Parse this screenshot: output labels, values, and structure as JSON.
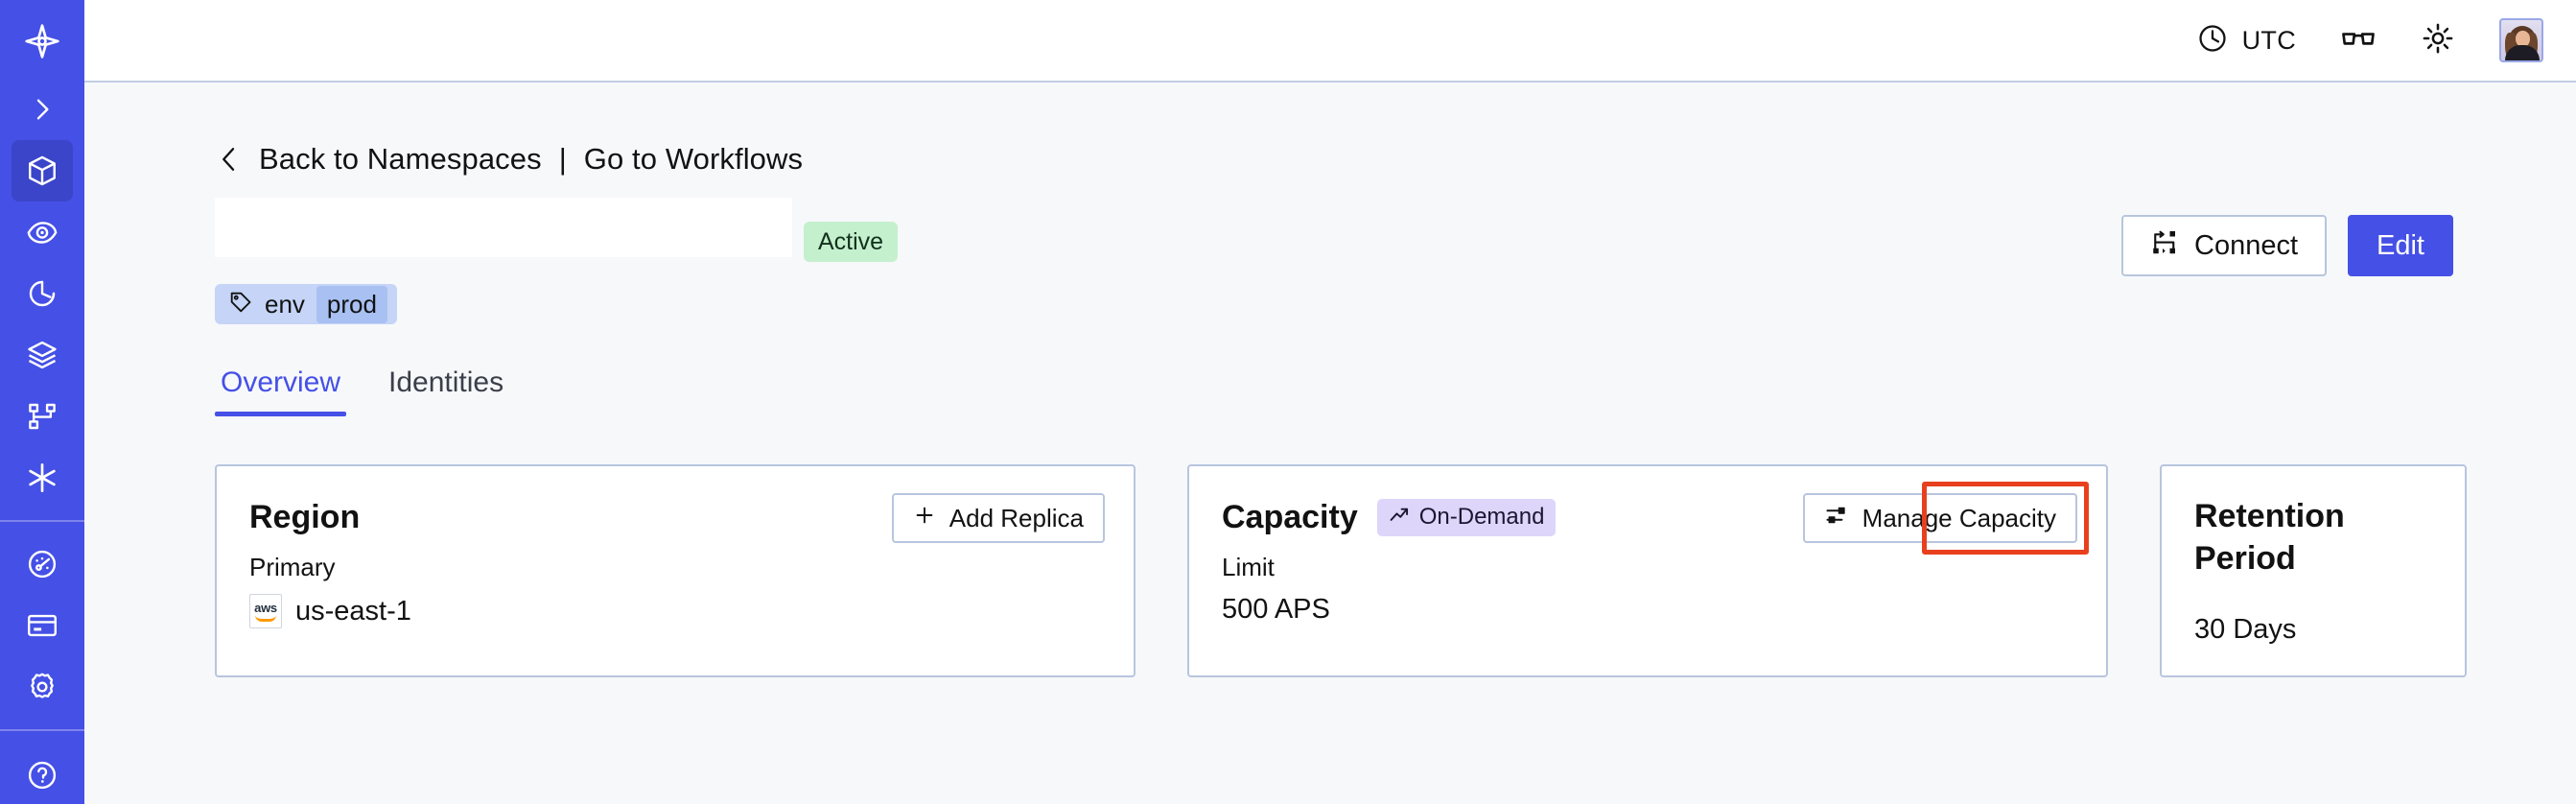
{
  "sidebar": {
    "background": "#4550e6",
    "active_background": "#3b45c9",
    "items": [
      {
        "name": "logo",
        "icon": "temporal-logo-icon",
        "active": false
      },
      {
        "name": "expand",
        "icon": "chevron-right-icon",
        "active": false
      },
      {
        "name": "namespaces",
        "icon": "cube-icon",
        "active": true
      },
      {
        "name": "observability",
        "icon": "eye-icon",
        "active": false
      },
      {
        "name": "schedules",
        "icon": "clock-history-icon",
        "active": false
      },
      {
        "name": "layers",
        "icon": "layers-icon",
        "active": false
      },
      {
        "name": "workflows",
        "icon": "workflow-graph-icon",
        "active": false
      },
      {
        "name": "integrations",
        "icon": "asterisk-icon",
        "active": false
      },
      {
        "name": "usage",
        "icon": "gauge-icon",
        "active": false
      },
      {
        "name": "billing",
        "icon": "credit-card-icon",
        "active": false
      },
      {
        "name": "settings",
        "icon": "gear-icon",
        "active": false
      },
      {
        "name": "help",
        "icon": "help-circle-icon",
        "active": false
      }
    ]
  },
  "topbar": {
    "timezone_icon": "clock-icon",
    "timezone_label": "UTC",
    "glasses_icon": "glasses-icon",
    "theme_icon": "sun-icon",
    "avatar_icon": "user-avatar"
  },
  "breadcrumb": {
    "back_icon": "chevron-left-icon",
    "back_label": "Back to Namespaces",
    "separator": "|",
    "forward_label": "Go to Workflows"
  },
  "namespace": {
    "title": "",
    "title_redacted": true,
    "status": "Active",
    "status_color": "#c4f0ce",
    "tag": {
      "icon": "tag-icon",
      "key": "env",
      "value": "prod"
    }
  },
  "actions": {
    "connect_icon": "connect-flow-icon",
    "connect_label": "Connect",
    "edit_label": "Edit",
    "primary_color": "#4550e6"
  },
  "tabs": [
    {
      "label": "Overview",
      "active": true
    },
    {
      "label": "Identities",
      "active": false
    }
  ],
  "cards": {
    "region": {
      "title": "Region",
      "action_icon": "plus-icon",
      "action_label": "Add Replica",
      "sub_label": "Primary",
      "provider_icon": "aws-logo",
      "provider_text": "aws",
      "value": "us-east-1"
    },
    "capacity": {
      "title": "Capacity",
      "badge_icon": "trending-up-icon",
      "badge_label": "On-Demand",
      "badge_color": "#ddd6fa",
      "action_icon": "sliders-icon",
      "action_label": "Manage Capacity",
      "annotation_color": "#e8401e",
      "sub_label": "Limit",
      "value": "500 APS"
    },
    "retention": {
      "title": "Retention Period",
      "value": "30 Days"
    }
  }
}
